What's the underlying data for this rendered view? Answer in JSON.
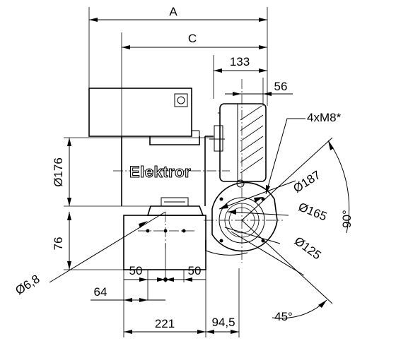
{
  "brand": "Elektror",
  "dimensions": {
    "A": "A",
    "C": "C",
    "d133": "133",
    "d56": "56",
    "bolts": "4xM8*",
    "d176": "Ø176",
    "d187": "Ø187",
    "d165": "Ø165",
    "d125": "Ø125",
    "d76": "76",
    "d68": "Ø6,8",
    "d50a": "50",
    "d50b": "50",
    "d64": "64",
    "d221": "221",
    "d945": "94,5",
    "ang90": "90°",
    "ang45": "45°"
  }
}
